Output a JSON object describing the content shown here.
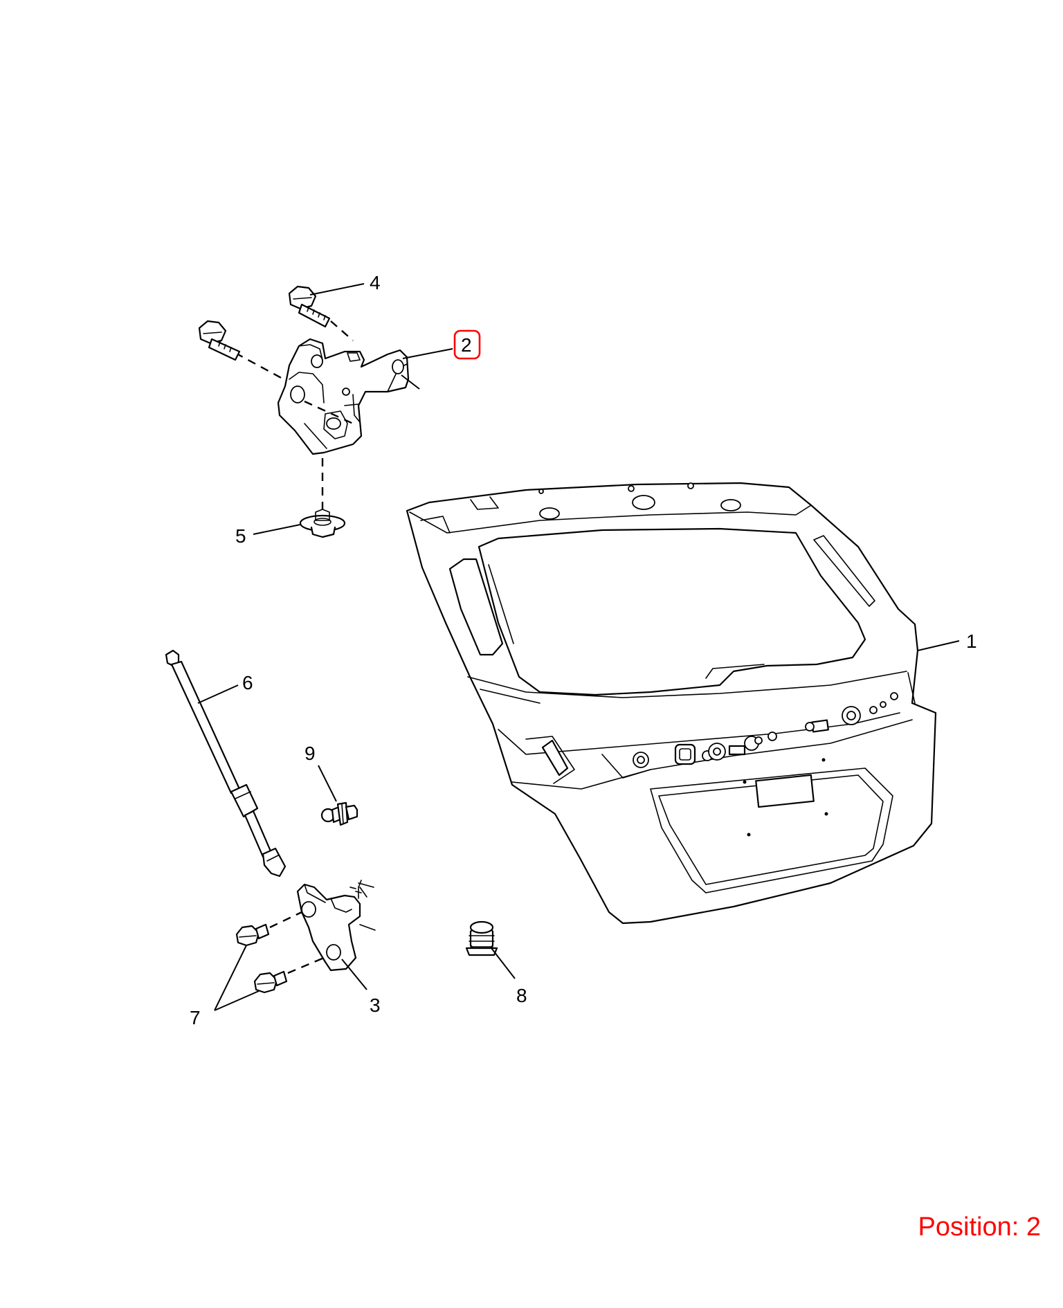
{
  "callouts": [
    {
      "id": "1",
      "label": "1"
    },
    {
      "id": "2",
      "label": "2",
      "highlighted": true
    },
    {
      "id": "3",
      "label": "3"
    },
    {
      "id": "4",
      "label": "4"
    },
    {
      "id": "5",
      "label": "5"
    },
    {
      "id": "6",
      "label": "6"
    },
    {
      "id": "7",
      "label": "7"
    },
    {
      "id": "8",
      "label": "8"
    },
    {
      "id": "9",
      "label": "9"
    }
  ],
  "position": {
    "text": "Position: 2"
  },
  "colors": {
    "highlight": "#ff0000",
    "lines": "#000000",
    "background": "#ffffff"
  }
}
